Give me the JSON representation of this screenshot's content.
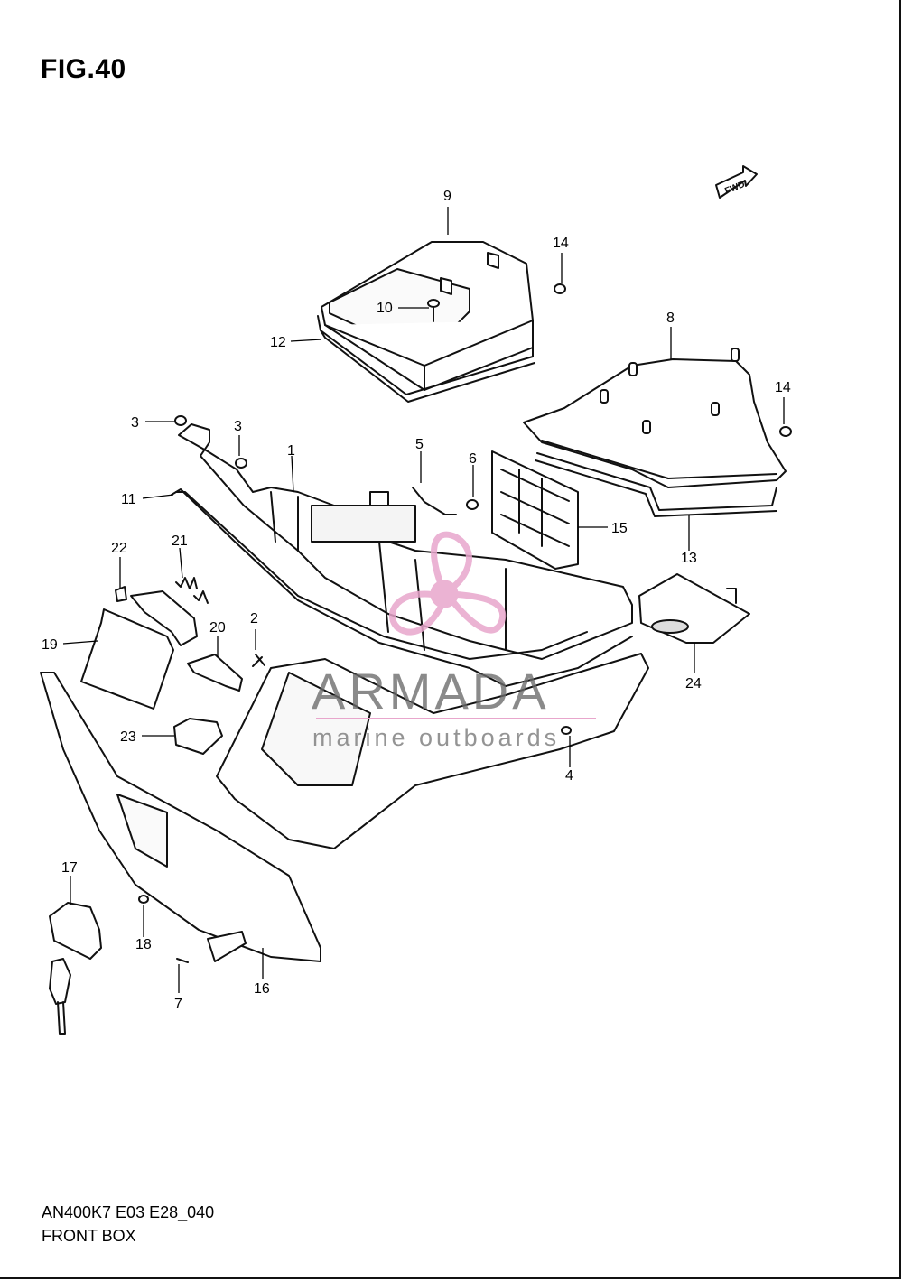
{
  "figure": {
    "title": "FIG.40",
    "model_code": "AN400K7 E03 E28_040",
    "assembly_name": "FRONT BOX",
    "fwd_label": "FWD"
  },
  "callouts": [
    "1",
    "2",
    "3",
    "3",
    "4",
    "5",
    "6",
    "7",
    "8",
    "9",
    "10",
    "11",
    "12",
    "13",
    "14",
    "14",
    "15",
    "16",
    "17",
    "18",
    "19",
    "20",
    "21",
    "22",
    "23",
    "24"
  ],
  "watermark": {
    "brand": "ARMADA",
    "tagline": "marine outboards",
    "logo_color": "#e8a6cc",
    "text_color": "#6a6a6a"
  },
  "colors": {
    "line": "#111111",
    "part_fill": "#ffffff",
    "shade": "#dddddd",
    "leader": "#000000"
  }
}
